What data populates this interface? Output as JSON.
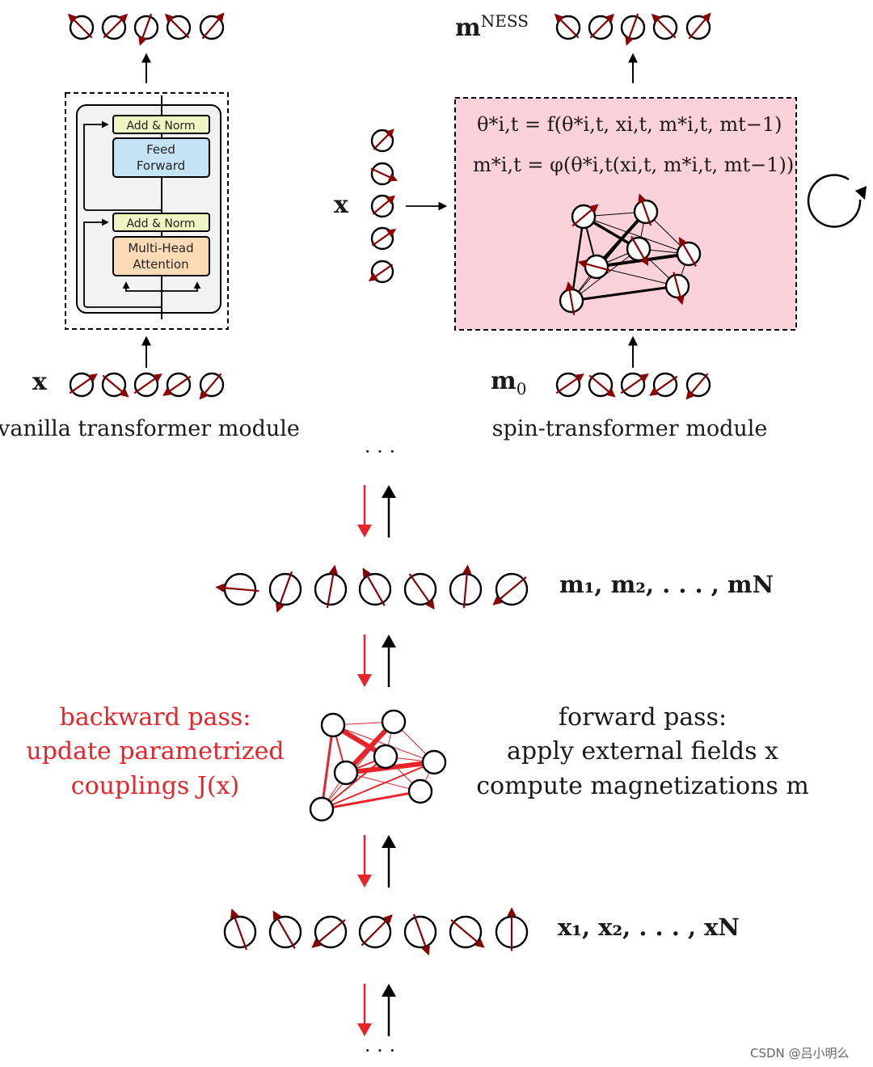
{
  "vanilla": {
    "caption": "vanilla transformer module",
    "input_label": "x",
    "add_norm_top": "Add & Norm",
    "feed_forward_1": "Feed",
    "feed_forward_2": "Forward",
    "add_norm_bottom": "Add & Norm",
    "mha_1": "Multi-Head",
    "mha_2": "Attention"
  },
  "spin": {
    "caption": "spin-transformer module",
    "output_label_base": "m",
    "output_label_sup": "NESS",
    "input_label": "m",
    "input_label_sub": "0",
    "side_label": "x",
    "eq1": "θ*i,t = f(θ*i,t, xi,t, m*i,t, mt−1)",
    "eq2": "m*i,t = φ(θ*i,t(xi,t, m*i,t, mt−1))"
  },
  "bottom": {
    "dots_top": "· · ·",
    "dots_bottom": "· · ·",
    "m_label": "m₁, m₂, . . . , mN",
    "x_label": "x₁, x₂, . . . , xN",
    "backward_1": "backward pass:",
    "backward_2": "update parametrized",
    "backward_3": "couplings J(x)",
    "forward_1": "forward pass:",
    "forward_2": "apply external fields x",
    "forward_3": "compute magnetizations m"
  },
  "watermark": "CSDN @吕小明么",
  "colors": {
    "spin_arrow": "#8b0000",
    "backward": "#e6242a",
    "spin_box": "#fcd2da",
    "feed_forward": "#c6e3f5",
    "add_norm": "#eef4c2",
    "attention": "#fbdbb6"
  }
}
